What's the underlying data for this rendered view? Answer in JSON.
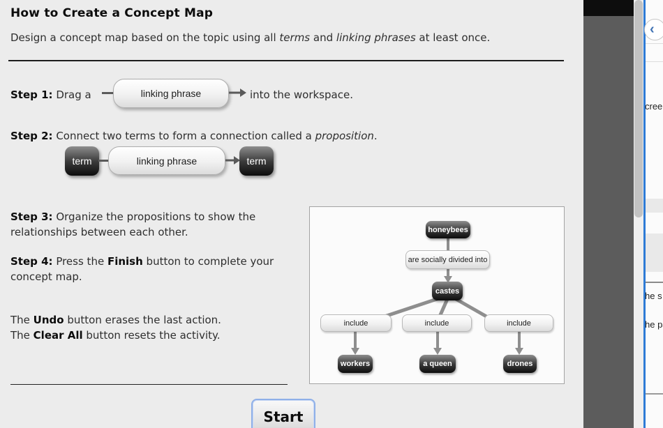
{
  "dialog": {
    "title": "How to Create a Concept Map",
    "subtitle": {
      "p1": "Design a concept map based on the topic using all ",
      "i1": "terms",
      "p2": " and ",
      "i2": "linking phrases",
      "p3": " at least once."
    },
    "step1": {
      "label": "Step 1:",
      "pre": " Drag a",
      "chip": "linking phrase",
      "post": "into the workspace."
    },
    "step2": {
      "label": "Step 2:",
      "pre": " Connect two terms to form a connection called a ",
      "italic": "proposition",
      "post": ".",
      "term_left": "term",
      "chip": "linking phrase",
      "term_right": "term"
    },
    "step3": {
      "label": "Step 3:",
      "text": " Organize the propositions to show the relationships between each other."
    },
    "step4": {
      "label": "Step 4:",
      "pre": " Press the ",
      "bold": "Finish",
      "post": " button to complete your concept map."
    },
    "note_undo": {
      "pre": "The ",
      "bold": "Undo",
      "post": " button erases the last action."
    },
    "note_clear": {
      "pre": "The ",
      "bold": "Clear All",
      "post": " button resets the activity."
    },
    "start_button": "Start",
    "example": {
      "top_term": "honeybees",
      "linking_top": "are socially divided into",
      "mid_term": "castes",
      "include_1": "include",
      "include_2": "include",
      "include_3": "include",
      "bottom_term_1": "workers",
      "bottom_term_2": "a queen",
      "bottom_term_3": "drones"
    }
  },
  "right_panel": {
    "collapse_chevron": "‹",
    "fragment_1": "cree",
    "fragment_2": "he s",
    "fragment_3": "he pa"
  },
  "colors": {
    "accent_blue": "#2e7bd6",
    "overlay_gray": "#5c5c5c",
    "term_dark": "#0d0d0d",
    "chip_border": "#adadad"
  }
}
